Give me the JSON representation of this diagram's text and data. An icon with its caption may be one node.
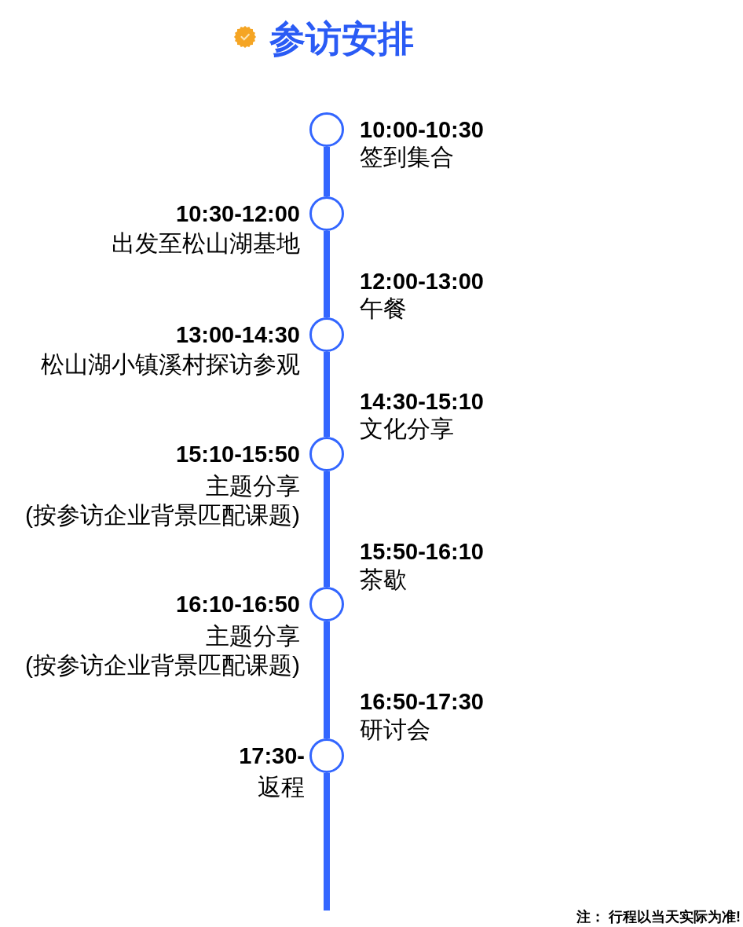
{
  "diagram": {
    "title": "参访安排",
    "nodes": [
      {
        "text": [],
        "shape": "circle",
        "beside": [
          "10:00-10:30",
          "签到集合"
        ]
      },
      {
        "text": [],
        "shape": "circle",
        "beside": [
          "10:30-12:00",
          "出发至松山湖基地"
        ]
      },
      {
        "text": [],
        "shape": "circle",
        "beside": [
          "13:00-14:30",
          "松山湖小镇溪村探访参观"
        ]
      },
      {
        "text": [],
        "shape": "circle",
        "beside": [
          "15:10-15:50",
          "主题分享",
          "(按参访企业背景匹配课题)"
        ]
      },
      {
        "text": [],
        "shape": "circle",
        "beside": [
          "16:10-16:50",
          "主题分享",
          "(按参访企业背景匹配课题)"
        ]
      },
      {
        "text": [],
        "shape": "circle",
        "beside": [
          "17:30-",
          "返程"
        ]
      }
    ],
    "edges": [
      {
        "from": 0,
        "to": 1,
        "arrow": "none"
      },
      {
        "from": 1,
        "to": 2,
        "arrow": "none"
      },
      {
        "from": 2,
        "to": 3,
        "arrow": "none"
      },
      {
        "from": 3,
        "to": 4,
        "arrow": "none"
      },
      {
        "from": 4,
        "to": 5,
        "arrow": "none"
      },
      {
        "from": 5,
        "to": null,
        "arrow": "none"
      }
    ],
    "labels": [
      "12:00-13:00",
      "午餐",
      "14:30-15:10",
      "文化分享",
      "15:50-16:10",
      "茶歇",
      "16:50-17:30",
      "研讨会",
      "注： 行程以当天实际为准!"
    ]
  }
}
